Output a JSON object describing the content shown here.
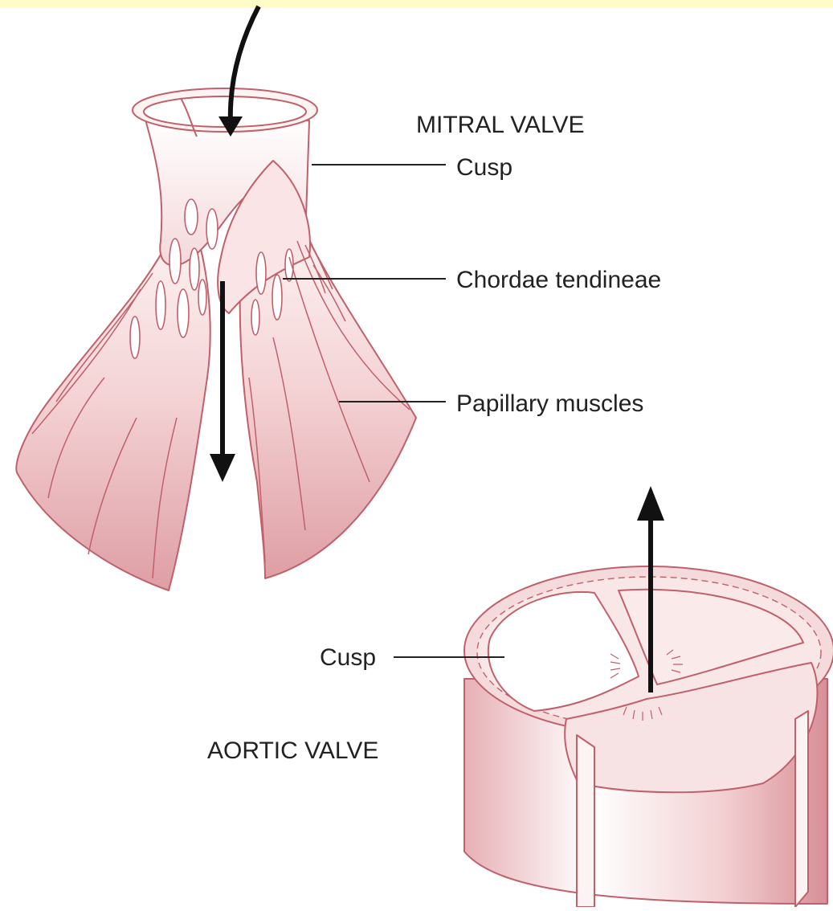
{
  "diagram": {
    "labels": {
      "mitral_title": "MITRAL VALVE",
      "mitral_cusp": "Cusp",
      "chordae": "Chordae tendineae",
      "papillary": "Papillary muscles",
      "aortic_cusp": "Cusp",
      "aortic_title": "AORTIC VALVE"
    },
    "colors": {
      "top_band": "#fffcc8",
      "tissue_light": "#fbe8e8",
      "tissue_mid": "#f0c4c6",
      "tissue_dark": "#dc9aa0",
      "outline": "#c0606a",
      "arrow": "#111111",
      "leader_line": "#222222"
    }
  }
}
